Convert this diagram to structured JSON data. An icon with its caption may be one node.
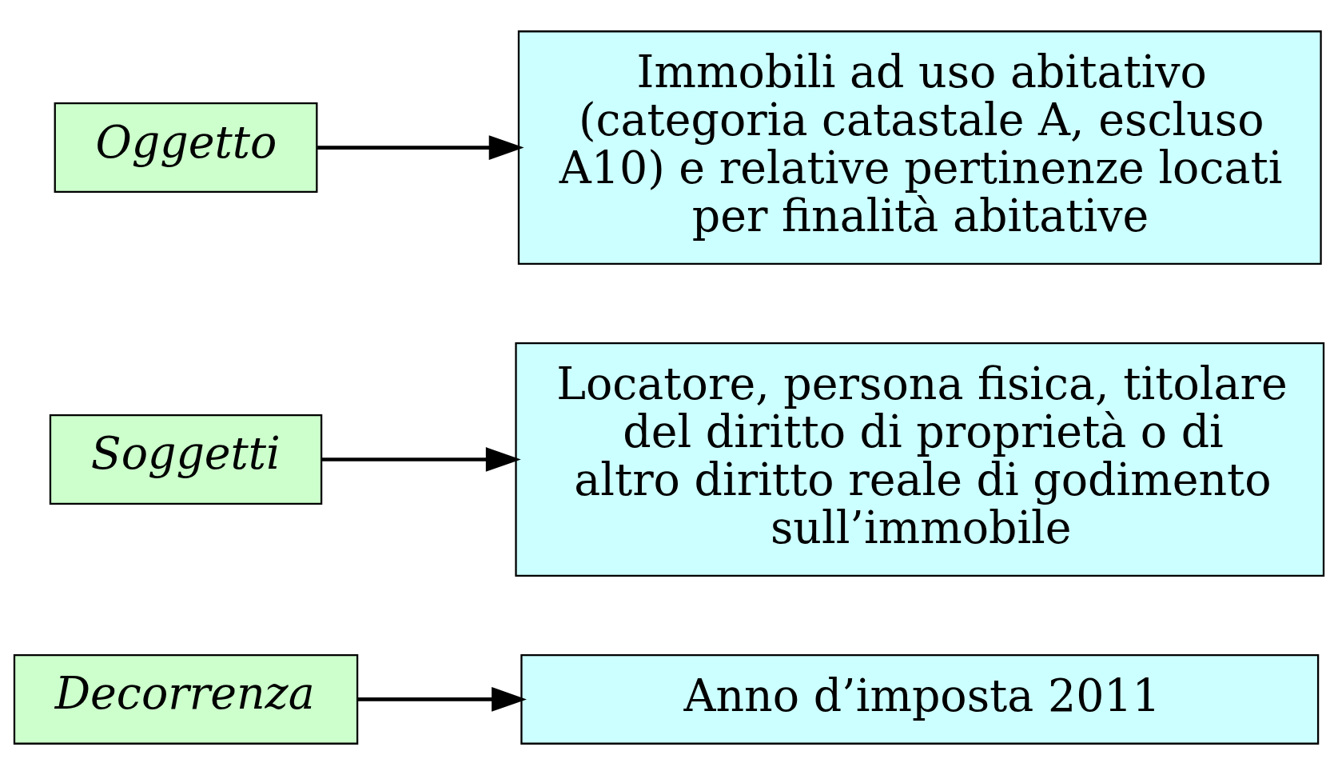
{
  "diagram": {
    "nodes": [
      {
        "text": [
          "Decorrenza"
        ]
      },
      {
        "text": [
          "Anno d’imposta 2011"
        ]
      },
      {
        "text": [
          "Soggetti"
        ]
      },
      {
        "text": [
          "Locatore, persona fisica, titolare del diritto di proprietà o di altro diritto reale di godimento sull’immobile"
        ]
      },
      {
        "text": [
          "Oggetto"
        ]
      },
      {
        "text": [
          "Immobili ad uso abitativo (categoria catastale A, escluso A10) e relative pertinenze locati per finalità abitative"
        ]
      }
    ],
    "edges": [
      {
        "from": 0,
        "to": 1,
        "arrow": "to"
      },
      {
        "from": 2,
        "to": 3,
        "arrow": "to"
      },
      {
        "from": 4,
        "to": 5,
        "arrow": "to"
      }
    ]
  }
}
